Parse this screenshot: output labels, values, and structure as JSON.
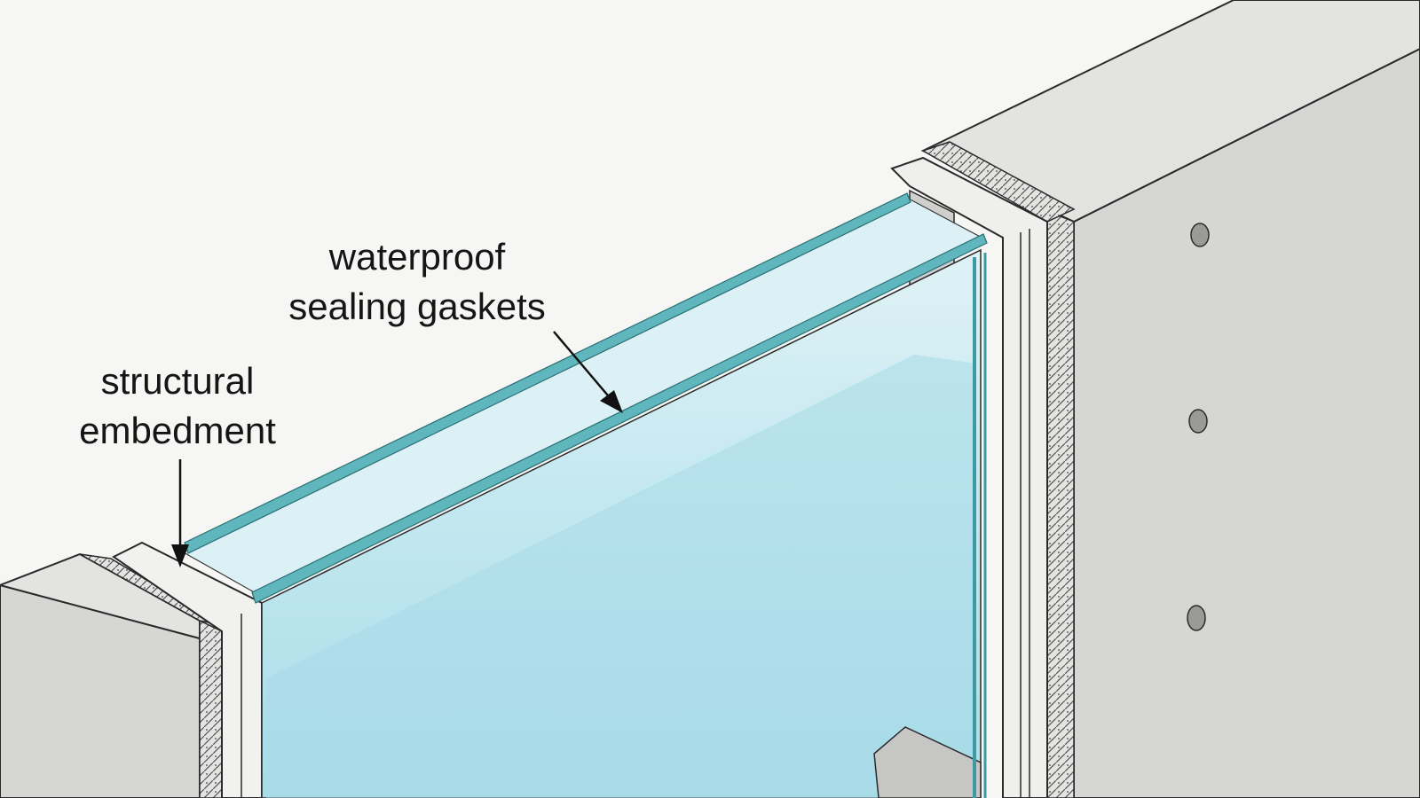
{
  "annotations": {
    "gaskets": {
      "line1": "waterproof",
      "line2": "sealing gaskets"
    },
    "embedment": {
      "line1": "structural",
      "line2": "embedment"
    }
  },
  "colors": {
    "background": "#f6f6f4",
    "concrete": "#dcdcda",
    "concrete_dark": "#c9c9c6",
    "glass": "#bfe6ef",
    "gasket": "#5fb6bd",
    "frame": "#f2f2f0",
    "outline": "#2a2a2a"
  }
}
